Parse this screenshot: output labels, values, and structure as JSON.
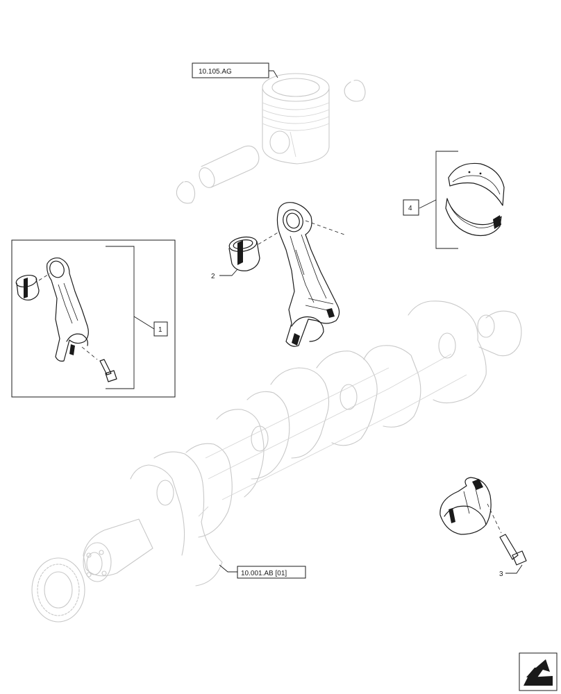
{
  "references": {
    "piston_group": "10.105.AG",
    "crankshaft_group": "10.001.AB [01]"
  },
  "callouts": {
    "item1": "1",
    "item2": "2",
    "item3": "3",
    "item4": "4"
  },
  "icons": {
    "nav": "next-page-arrow-icon"
  },
  "colors": {
    "ink": "#1a1a1a",
    "ghost": "#c8c8c8"
  }
}
